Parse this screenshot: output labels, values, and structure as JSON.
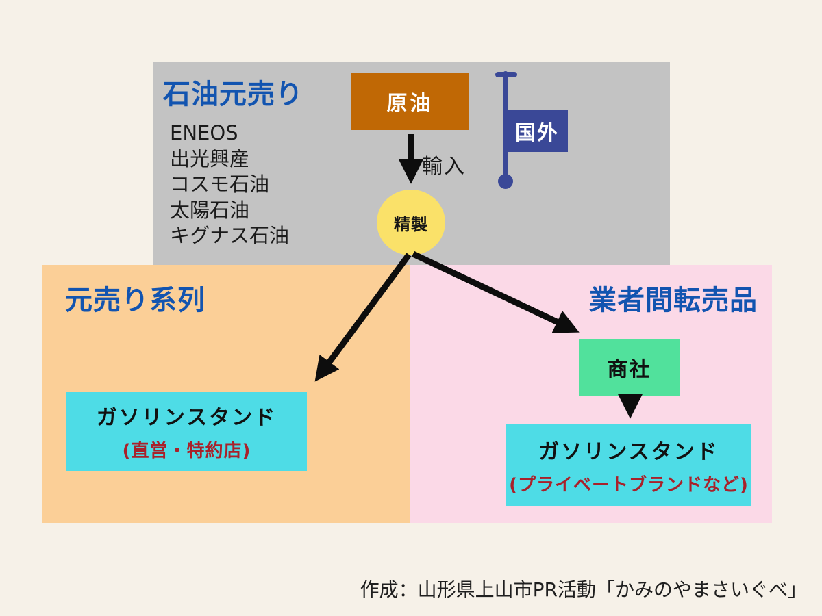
{
  "panels": {
    "wholesalers": {
      "title": "石油元売り",
      "companies": [
        "ENEOS",
        "出光興産",
        "コスモ石油",
        "太陽石油",
        "キグナス石油"
      ]
    },
    "branded": {
      "title": "元売り系列"
    },
    "resale": {
      "title": "業者間転売品"
    }
  },
  "nodes": {
    "crude_oil": {
      "label": "原油"
    },
    "overseas_flag": {
      "label": "国外"
    },
    "refining": {
      "label": "精製"
    },
    "import_arrow": {
      "label": "輸入"
    },
    "trading_company": {
      "label": "商社"
    },
    "gas_station_branded": {
      "label": "ガソリンスタンド",
      "sub": "(直営・特約店)"
    },
    "gas_station_resale": {
      "label": "ガソリンスタンド",
      "sub": "(プライベートブランドなど)"
    }
  },
  "footer": {
    "credit": "作成：山形県上山市PR活動「かみのやまさいぐべ」"
  },
  "colors": {
    "background": "#f6f1e8",
    "panel_gray": "#c3c3c3",
    "panel_orange": "#fbcf97",
    "panel_pink": "#fbd9e7",
    "crude_brown": "#c06805",
    "refine_yellow": "#fae169",
    "station_cyan": "#4edce6",
    "trading_green": "#51e19c",
    "flag_blue": "#3a4897",
    "title_blue": "#1254b0",
    "sub_red": "#a9212a",
    "arrow_black": "#0d0d0d"
  }
}
